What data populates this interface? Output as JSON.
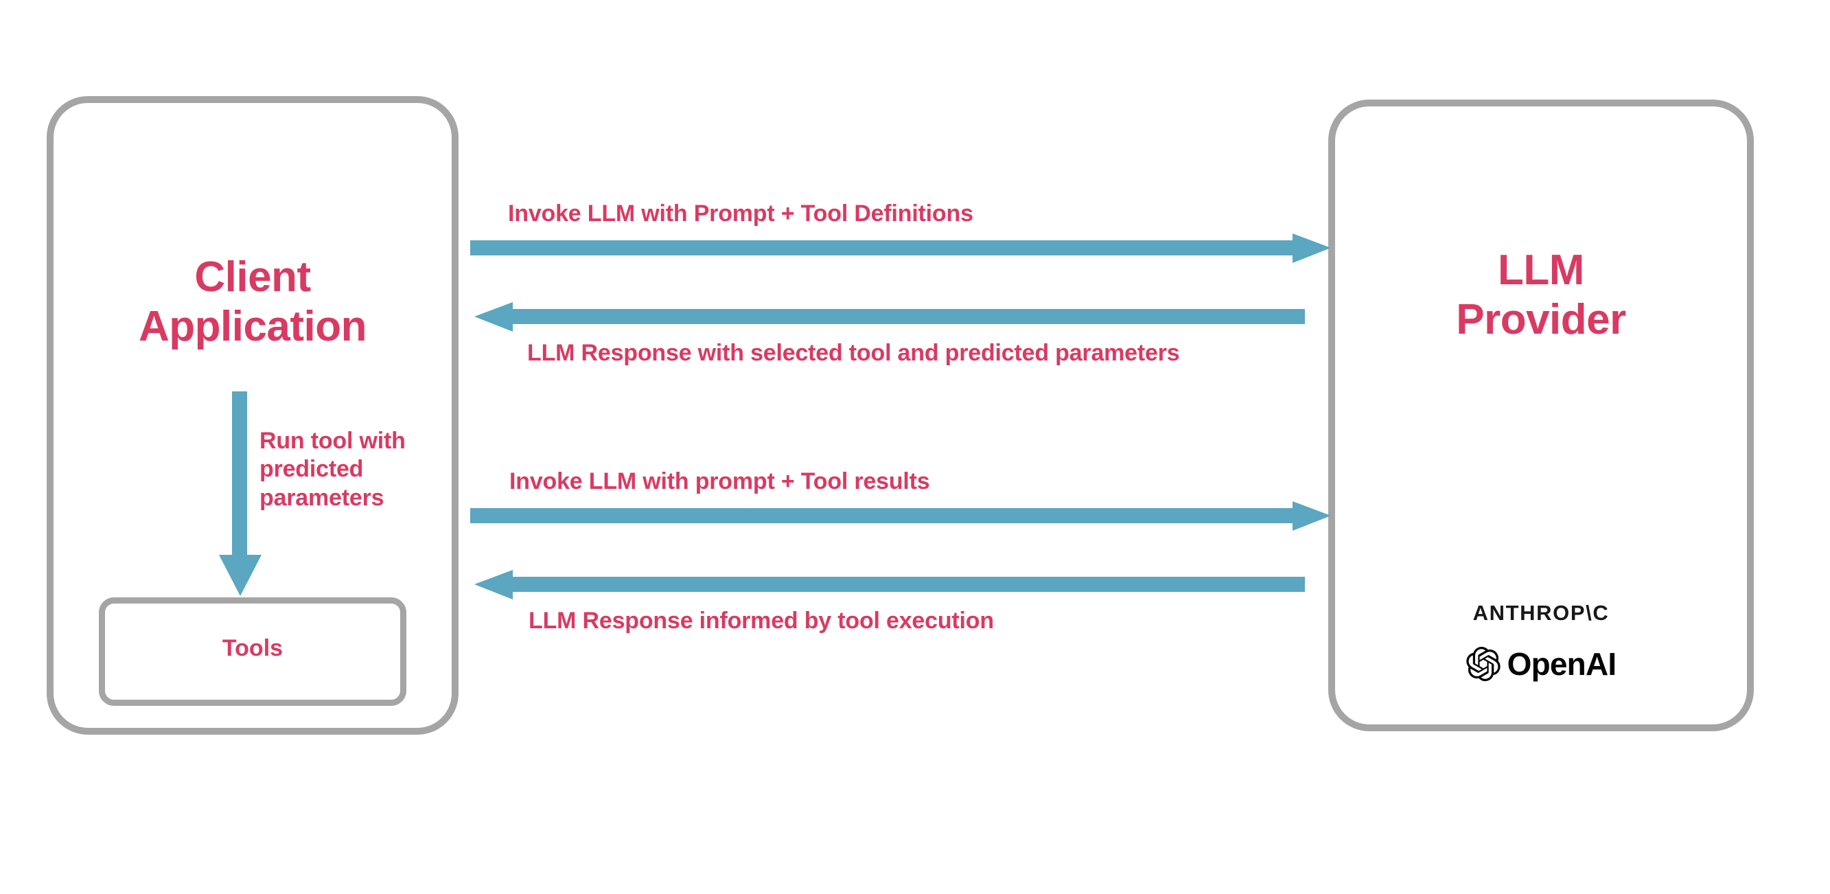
{
  "diagram": {
    "title": "LLM tool-calling interaction flow",
    "colors": {
      "accent_text": "#d93a62",
      "box_border": "#a5a5a5",
      "arrow": "#5ba6c0",
      "logo_text": "#111111",
      "background": "#ffffff"
    },
    "nodes": {
      "client": {
        "label": "Client\nApplication"
      },
      "tools": {
        "label": "Tools"
      },
      "provider": {
        "label": "LLM\nProvider"
      }
    },
    "edges": [
      {
        "id": "invoke-1",
        "label": "Invoke LLM with Prompt + Tool Definitions",
        "direction": "right"
      },
      {
        "id": "response-1",
        "label": "LLM Response with selected tool and predicted parameters",
        "direction": "left"
      },
      {
        "id": "run-tool",
        "label": "Run tool with\npredicted\nparameters",
        "direction": "down"
      },
      {
        "id": "invoke-2",
        "label": "Invoke LLM with prompt + Tool results",
        "direction": "right"
      },
      {
        "id": "response-2",
        "label": "LLM Response informed by tool execution",
        "direction": "left"
      }
    ],
    "logos": {
      "anthropic": "ANTHROP\\C",
      "openai": "OpenAI"
    }
  }
}
